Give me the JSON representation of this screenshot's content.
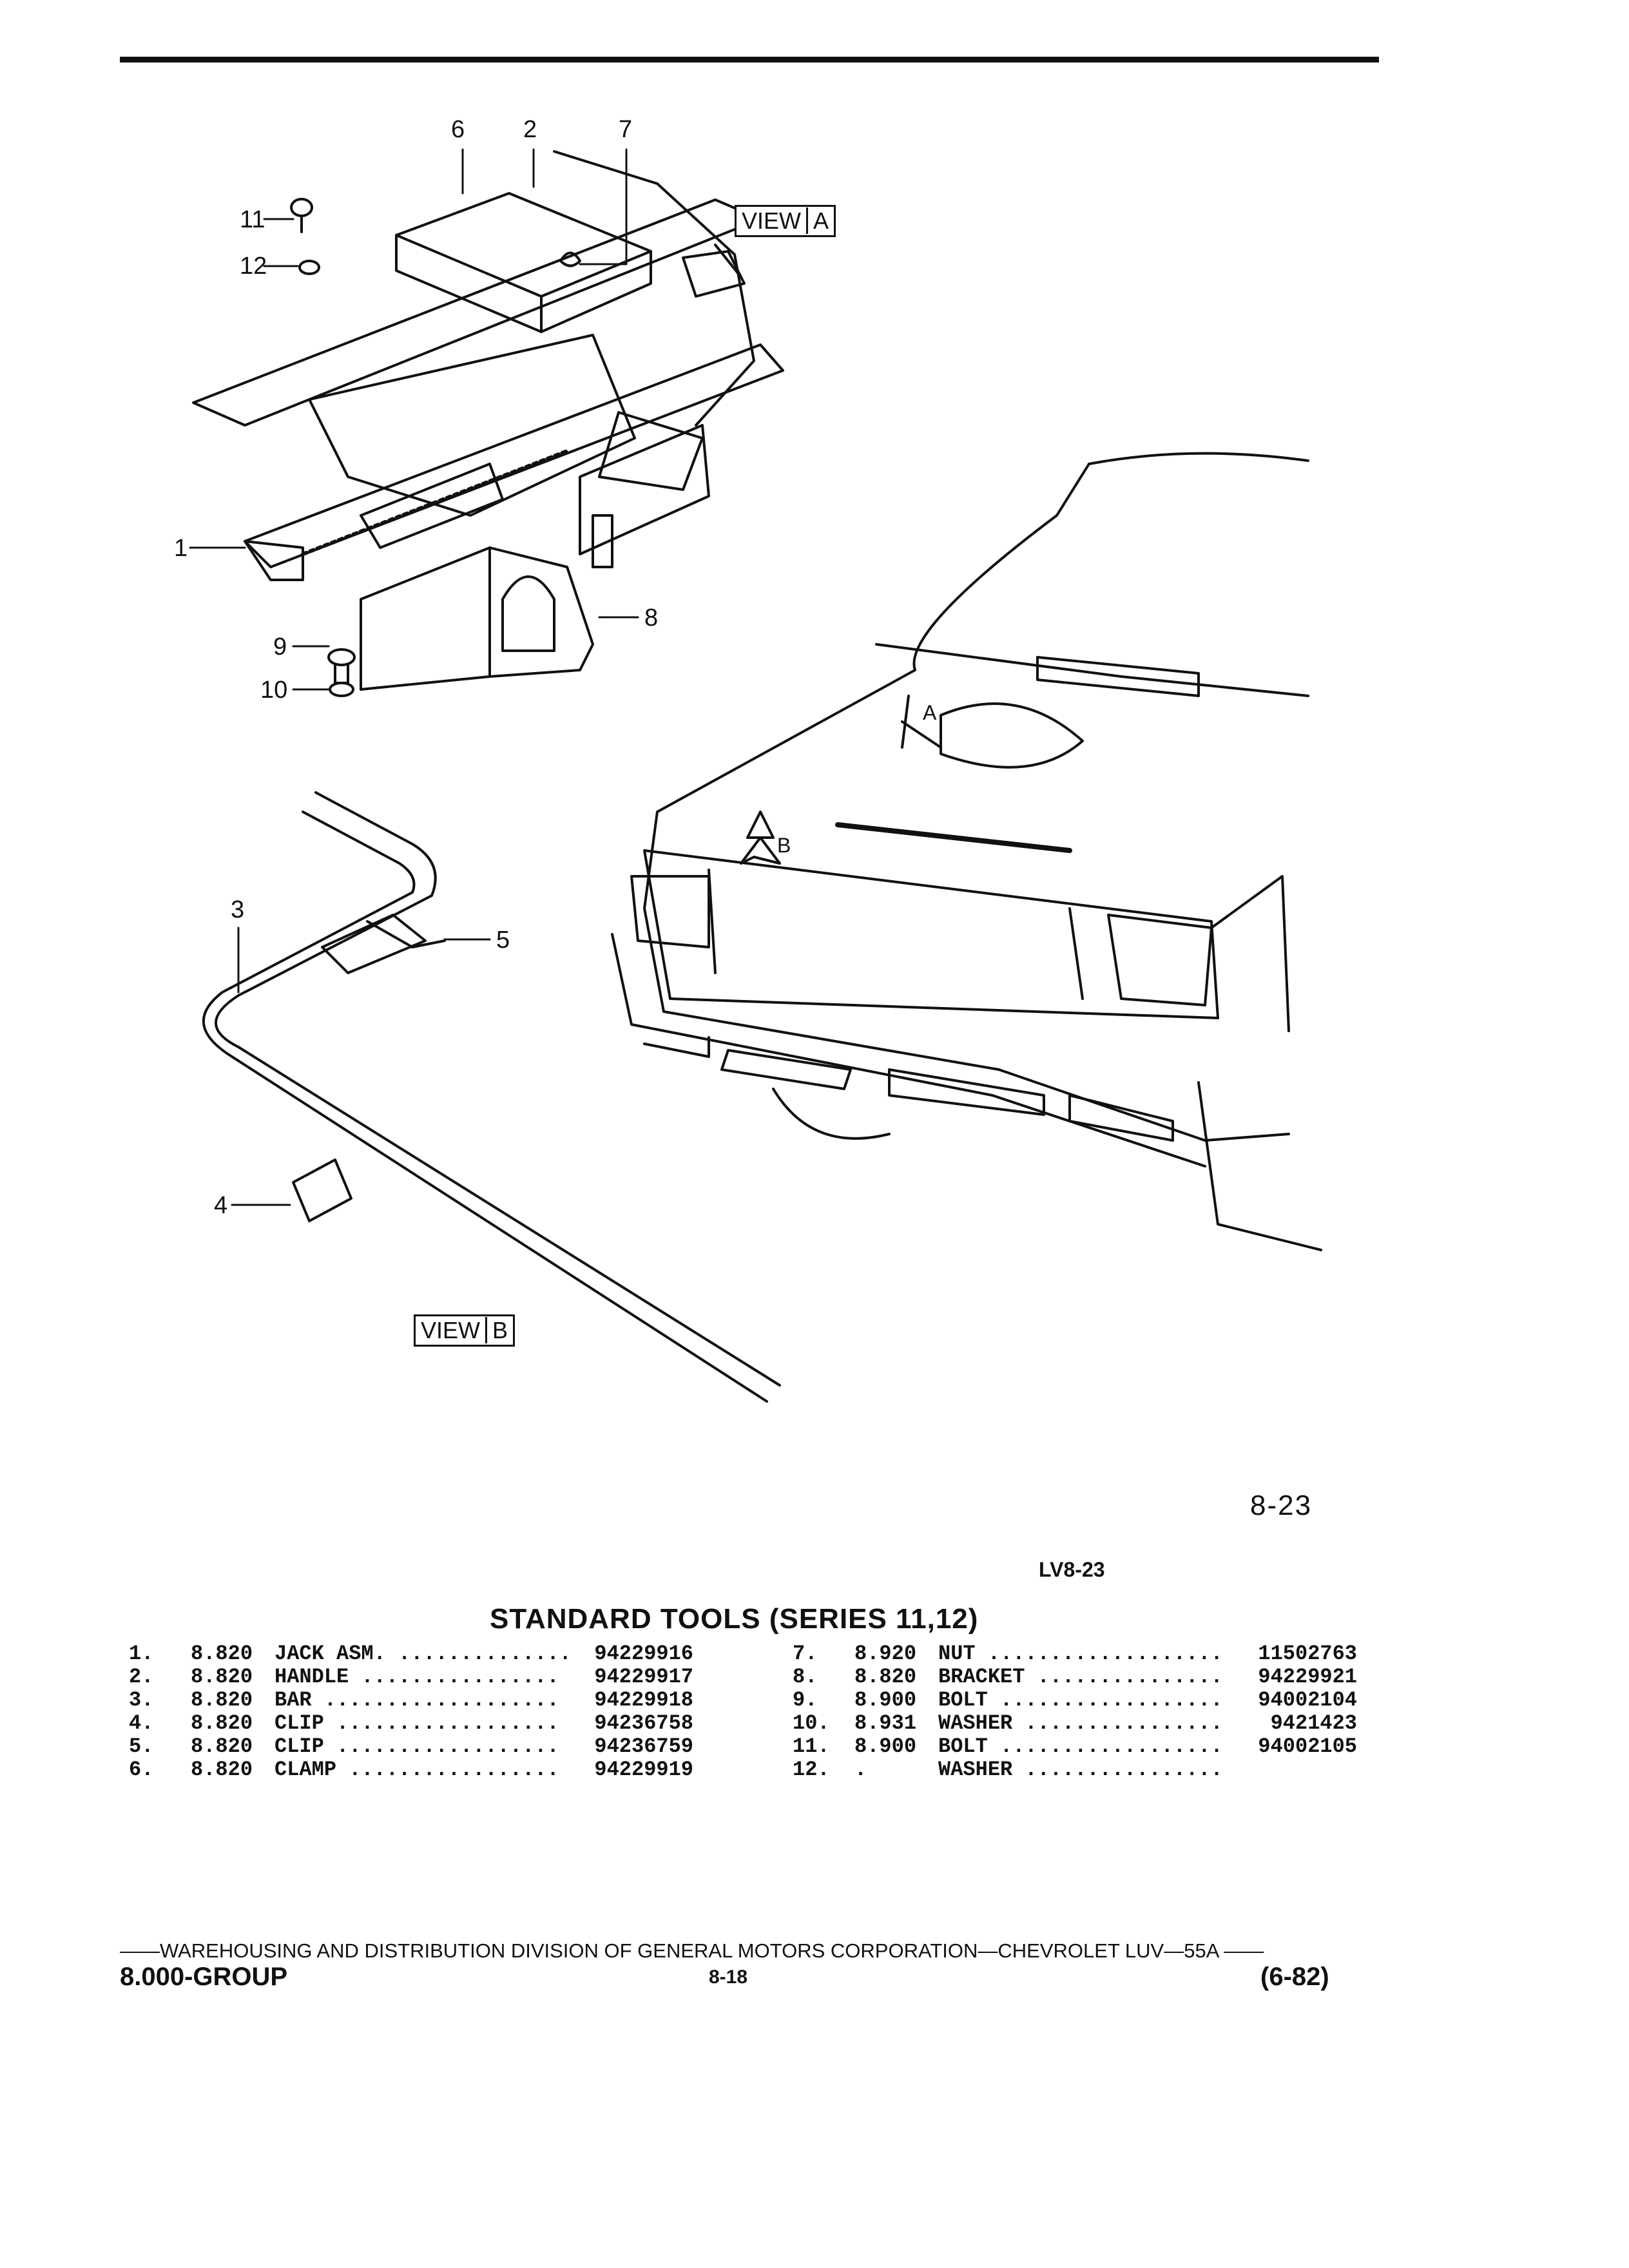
{
  "diagram": {
    "callouts": [
      "6",
      "2",
      "7",
      "11",
      "12",
      "1",
      "8",
      "9",
      "10",
      "3",
      "5",
      "4"
    ],
    "view_a": {
      "prefix": "VIEW",
      "letter": "A"
    },
    "view_b": {
      "prefix": "VIEW",
      "letter": "B"
    },
    "truck_marker_a": "A",
    "truck_marker_b": "B",
    "figure_number": "8-23",
    "figure_code": "LV8-23"
  },
  "parts_list": {
    "title": "STANDARD TOOLS (SERIES 11,12)",
    "left": [
      {
        "num": "1.",
        "group": "8.820",
        "name": "JACK ASM. ..............",
        "part": "94229916"
      },
      {
        "num": "2.",
        "group": "8.820",
        "name": "HANDLE ................",
        "part": "94229917"
      },
      {
        "num": "3.",
        "group": "8.820",
        "name": "BAR ...................",
        "part": "94229918"
      },
      {
        "num": "4.",
        "group": "8.820",
        "name": "CLIP ..................",
        "part": "94236758"
      },
      {
        "num": "5.",
        "group": "8.820",
        "name": "CLIP ..................",
        "part": "94236759"
      },
      {
        "num": "6.",
        "group": "8.820",
        "name": "CLAMP .................",
        "part": "94229919"
      }
    ],
    "right": [
      {
        "num": "7.",
        "group": "8.920",
        "name": "NUT ...................",
        "part": "11502763"
      },
      {
        "num": "8.",
        "group": "8.820",
        "name": "BRACKET ...............",
        "part": "94229921"
      },
      {
        "num": "9.",
        "group": "8.900",
        "name": "BOLT ..................",
        "part": "94002104"
      },
      {
        "num": "10.",
        "group": "8.931",
        "name": "WASHER ................",
        "part": "9421423"
      },
      {
        "num": "11.",
        "group": "8.900",
        "name": "BOLT ..................",
        "part": "94002105"
      },
      {
        "num": "12.",
        "group": ".",
        "name": "WASHER ................",
        "part": ""
      }
    ]
  },
  "footer": {
    "line": "——WAREHOUSING AND DISTRIBUTION DIVISION OF GENERAL MOTORS CORPORATION—CHEVROLET LUV—55A ——",
    "group": "8.000-GROUP",
    "page": "8-18",
    "date": "(6-82)"
  }
}
